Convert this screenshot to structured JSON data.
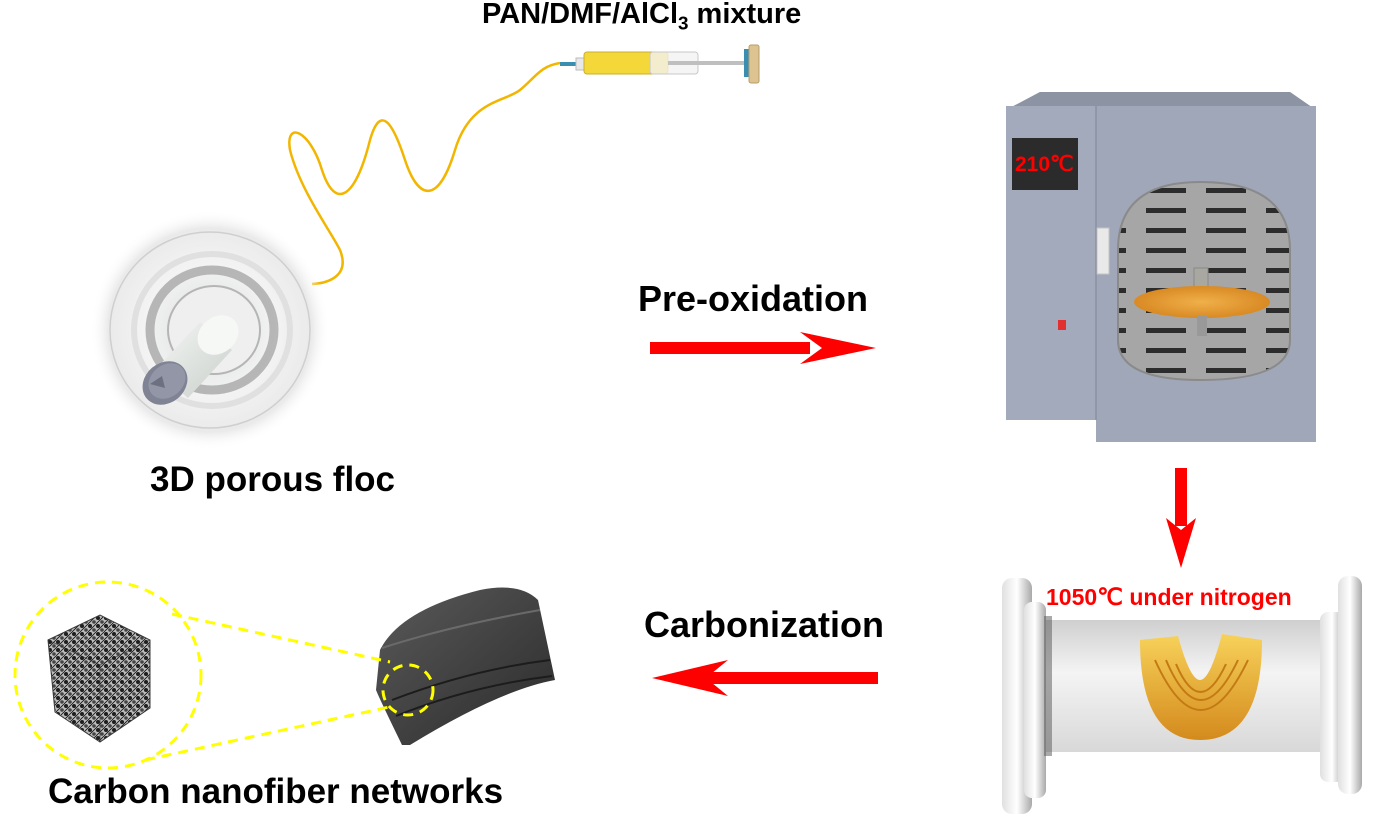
{
  "diagram": {
    "type": "process-flow",
    "colors": {
      "arrow": "#ff0000",
      "annotation_text": "#ff0000",
      "label_text": "#000000",
      "fiber": "#f2b600",
      "zoom_outline": "#ffff00",
      "oven_body": "#9aa3b4",
      "oven_display": "#2b2b2b",
      "precursor_fiber_mat": "#e8a23a",
      "carbon_sample": "#3a3a3a"
    },
    "nodes": {
      "precursor": {
        "label_main": "PAN/DMF/AlCl",
        "label_sub": "3",
        "label_tail": " mixture",
        "icon": "syringe-icon"
      },
      "floc": {
        "label": "3D porous floc",
        "icon": "collector-spool-icon"
      },
      "oven": {
        "display_text": "210℃",
        "icon": "oven-icon"
      },
      "furnace": {
        "annotation": "1050℃ under nitrogen",
        "icon": "tube-furnace-icon"
      },
      "product": {
        "label": "Carbon nanofiber networks",
        "icon": "carbon-sample-icon"
      }
    },
    "edges": [
      {
        "from": "floc",
        "to": "oven",
        "label": "Pre-oxidation",
        "direction": "right"
      },
      {
        "from": "oven",
        "to": "furnace",
        "label": "",
        "direction": "down"
      },
      {
        "from": "furnace",
        "to": "product",
        "label": "Carbonization",
        "direction": "left"
      }
    ]
  }
}
